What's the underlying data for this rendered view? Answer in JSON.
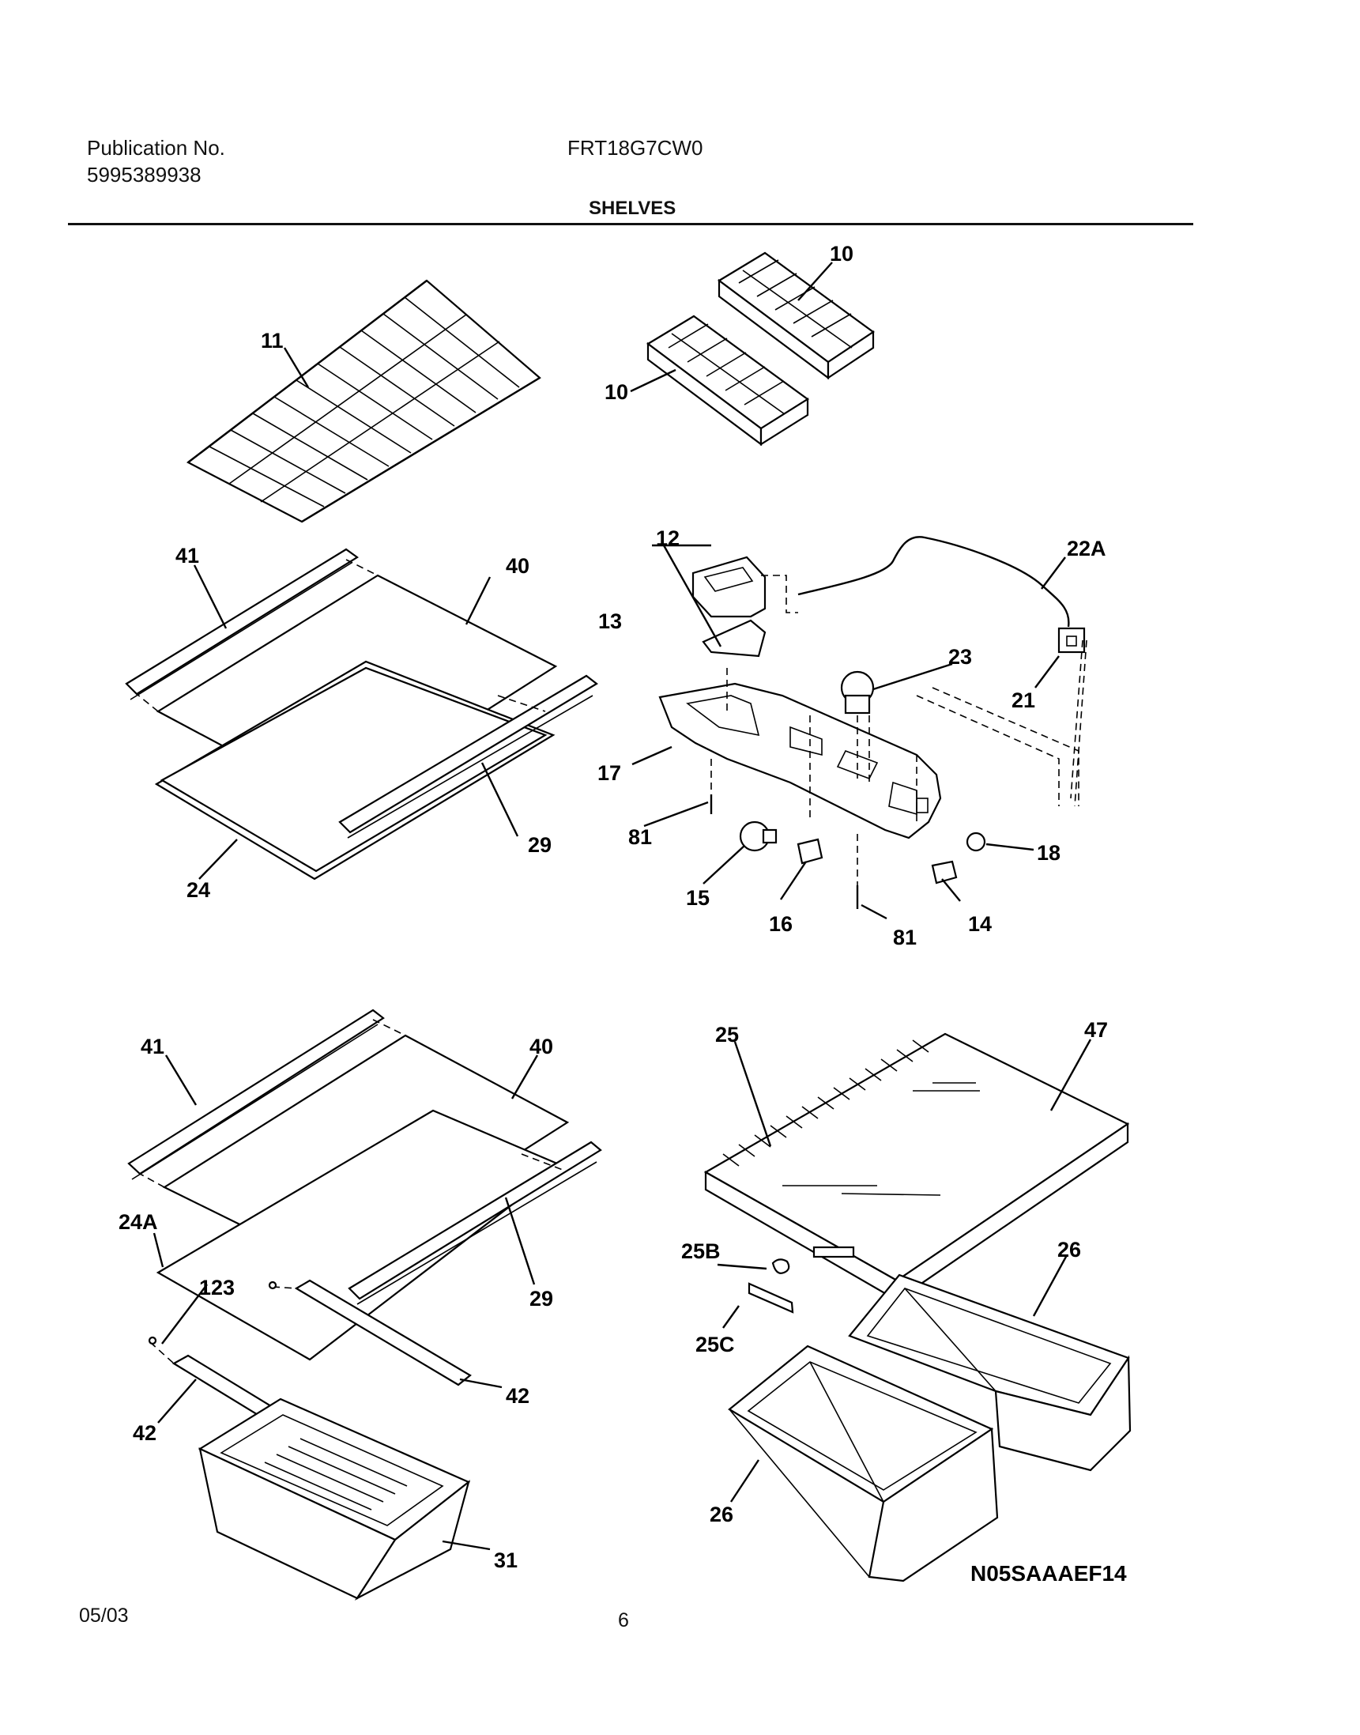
{
  "header": {
    "publication_label": "Publication No.",
    "publication_number": "5995389938",
    "model": "FRT18G7CW0",
    "section_title": "SHELVES"
  },
  "footer": {
    "date": "05/03",
    "page": "6"
  },
  "diagram_code": "N05SAAAEF14",
  "callouts": {
    "c10a": "10",
    "c10b": "10",
    "c11": "11",
    "c41a": "41",
    "c40a": "40",
    "c29a": "29",
    "c24": "24",
    "c12": "12",
    "c13": "13",
    "c17": "17",
    "c22A": "22A",
    "c23": "23",
    "c21": "21",
    "c81a": "81",
    "c81b": "81",
    "c15": "15",
    "c16": "16",
    "c14": "14",
    "c18": "18",
    "c41b": "41",
    "c40b": "40",
    "c24A": "24A",
    "c123": "123",
    "c29b": "29",
    "c42a": "42",
    "c42b": "42",
    "c31": "31",
    "c25": "25",
    "c47": "47",
    "c25B": "25B",
    "c25C": "25C",
    "c26a": "26",
    "c26b": "26"
  }
}
